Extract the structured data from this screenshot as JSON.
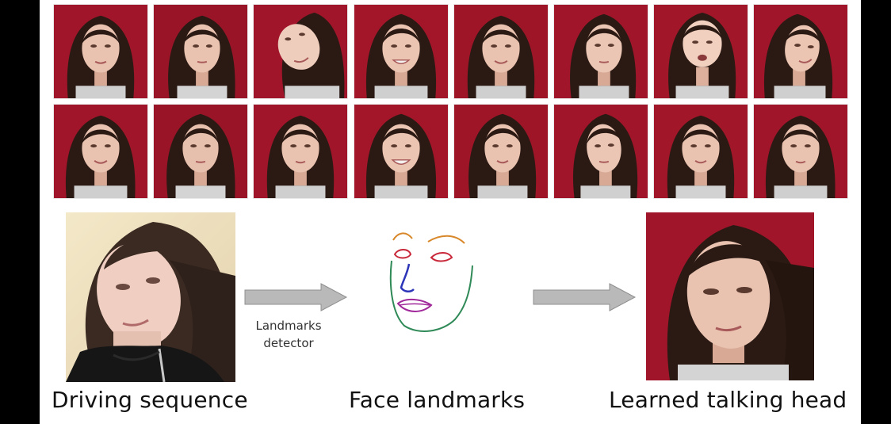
{
  "colors": {
    "backdrop_red": "#a0152a",
    "hair": "#2b1a14",
    "skin": "#e9c2b0",
    "landmark_brows": "#d8882a",
    "landmark_eyes": "#c8283a",
    "landmark_nose": "#2d35b8",
    "landmark_mouth": "#a0289a",
    "landmark_jaw": "#2f8a58",
    "arrow": "#b9b9b9"
  },
  "reference_rows": [
    [
      "frame-1",
      "frame-2",
      "frame-3",
      "frame-4",
      "frame-5",
      "frame-6",
      "frame-7",
      "frame-8"
    ],
    [
      "frame-9",
      "frame-10",
      "frame-11",
      "frame-12",
      "frame-13",
      "frame-14",
      "frame-15",
      "frame-16"
    ]
  ],
  "pipeline": {
    "driving_label": "Driving sequence",
    "detector_line1": "Landmarks",
    "detector_line2": "detector",
    "landmarks_label": "Face landmarks",
    "output_label": "Learned talking head"
  }
}
